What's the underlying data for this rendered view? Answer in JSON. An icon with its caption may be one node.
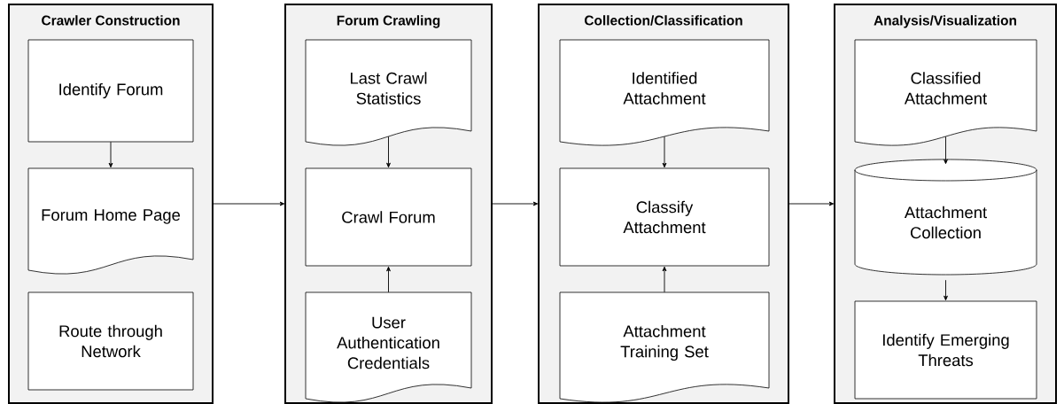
{
  "diagram": {
    "nodes": [
      {
        "text": [
          "Crawler Construction"
        ]
      },
      {
        "text": [
          "Identify Forum"
        ],
        "in": 0
      },
      {
        "text": [
          "Forum Home Page"
        ],
        "in": 0
      },
      {
        "text": [
          "Route through Network"
        ],
        "in": 0
      },
      {
        "text": [
          "Forum Crawling"
        ]
      },
      {
        "text": [
          "Last Crawl Statistics"
        ],
        "in": 4
      },
      {
        "text": [
          "Crawl Forum"
        ],
        "in": 4
      },
      {
        "text": [
          "User Authentication Credentials"
        ],
        "in": 4
      },
      {
        "text": [
          "Collection/Classification"
        ]
      },
      {
        "text": [
          "Identified Attachment"
        ],
        "in": 8
      },
      {
        "text": [
          "Classify Attachment"
        ],
        "in": 8
      },
      {
        "text": [
          "Attachment Training Set"
        ],
        "in": 8
      },
      {
        "text": [
          "Analysis/Visualization"
        ]
      },
      {
        "text": [
          "Classified Attachment"
        ],
        "in": 12
      },
      {
        "text": [
          "Attachment Collection"
        ],
        "in": 12
      },
      {
        "text": [
          "Identify Emerging Threats"
        ],
        "in": 12
      }
    ],
    "edges": [
      {
        "from": 1,
        "to": 2,
        "arrow": "to"
      },
      {
        "from": 0,
        "to": 4,
        "arrow": "to"
      },
      {
        "from": 5,
        "to": 6,
        "arrow": "to"
      },
      {
        "from": 7,
        "to": 6,
        "arrow": "to"
      },
      {
        "from": 4,
        "to": 8,
        "arrow": "to"
      },
      {
        "from": 9,
        "to": 10,
        "arrow": "to"
      },
      {
        "from": 11,
        "to": 10,
        "arrow": "to"
      },
      {
        "from": 8,
        "to": 12,
        "arrow": "to"
      },
      {
        "from": 13,
        "to": 14,
        "arrow": "to"
      },
      {
        "from": 14,
        "to": 15,
        "arrow": "to"
      }
    ]
  }
}
